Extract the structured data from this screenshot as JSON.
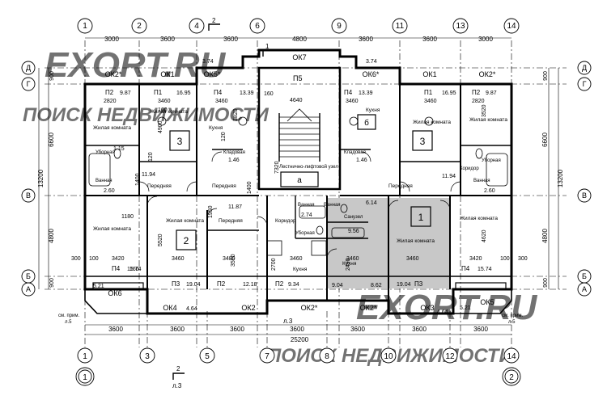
{
  "axes_top": [
    "1",
    "2",
    "4",
    "6",
    "9",
    "11",
    "13",
    "14"
  ],
  "axes_bottom": [
    "1",
    "3",
    "5",
    "7",
    "8",
    "10",
    "12",
    "14"
  ],
  "axes_left": [
    "Д",
    "Г",
    "В",
    "Б",
    "А"
  ],
  "axes_right": [
    "Д",
    "Г",
    "В",
    "Б",
    "А"
  ],
  "section_markers": [
    "1",
    "2"
  ],
  "cut_marks": [
    {
      "num": "2",
      "ref": "л.3"
    },
    {
      "num": "1",
      "ref": ""
    }
  ],
  "top_dims": [
    "3000",
    "3600",
    "3600",
    "4800",
    "3600",
    "3600",
    "3000"
  ],
  "bottom_dims": [
    "3600",
    "3600",
    "3600",
    "3600",
    "3600",
    "3600",
    "3600"
  ],
  "bottom_total": "25200",
  "left_dims": [
    "900",
    "6600",
    "4800",
    "900"
  ],
  "left_total": "13200",
  "right_dims": [
    "900",
    "6600",
    "4800",
    "900"
  ],
  "right_total": "13200",
  "window_labels": [
    "ОК2*",
    "ОК1",
    "ОК5*",
    "ОК7",
    "ОК6*",
    "ОК1",
    "ОК2*",
    "ОК6",
    "ОК4",
    "ОК2",
    "ОК2*",
    "ОК2*",
    "ОК3",
    "ОК5"
  ],
  "rooms": [
    {
      "code": "П2",
      "area": "9.87"
    },
    {
      "code": "П1",
      "area": "16.95"
    },
    {
      "code": "П4",
      "area": "13.39"
    },
    {
      "code": "П5",
      "area": ""
    },
    {
      "code": "П4",
      "area": "13.39"
    },
    {
      "code": "П1",
      "area": "16.95"
    },
    {
      "code": "П2",
      "area": "9.87"
    },
    {
      "code": "П4",
      "area": "15.74"
    },
    {
      "code": "П3",
      "area": "19.04"
    },
    {
      "code": "П2",
      "area": "12.18"
    },
    {
      "code": "П2",
      "area": "9.34"
    },
    {
      "code": "П3",
      "area": "19.04"
    },
    {
      "code": "П4",
      "area": "15.74"
    }
  ],
  "room_names": [
    "Жилая комната",
    "Жилая комната",
    "Кухня",
    "Лестнично-лифтовой узел",
    "Кухня",
    "Жилая комната",
    "Жилая комната",
    "Жилая комната",
    "Жилая комната",
    "Передняя",
    "Коридор",
    "Кухня",
    "Кухня",
    "Жилая комната",
    "Жилая комната",
    "Передняя",
    "Передняя",
    "Передняя",
    "Ванная",
    "Ванная",
    "Уборная",
    "Уборная",
    "Ванная",
    "Кладовая",
    "Кладовая",
    "Санузел",
    "Ванная",
    "Уборная",
    "Коридор"
  ],
  "apartments": [
    "3",
    "2",
    "3",
    "1",
    "а",
    "б"
  ],
  "small_areas": [
    "3.74",
    "3.74",
    "1.15",
    "2.60",
    "11.94",
    "1.46",
    "1.46",
    "11.94",
    "2.60",
    "11.87",
    "2.74",
    "5.21",
    "4.64",
    "9.56",
    "6.14",
    "8.62",
    "9.04",
    "4.64",
    "5.21"
  ],
  "inner_dims": [
    "2820",
    "3460",
    "160",
    "3460",
    "4640",
    "160",
    "3460",
    "3460",
    "2820",
    "3520",
    "4900",
    "3820",
    "7320",
    "120",
    "120",
    "1180",
    "3420",
    "5520",
    "3460",
    "3480",
    "3460",
    "3460",
    "3460",
    "3420",
    "4620",
    "2700",
    "2490",
    "1400",
    "1950",
    "1400",
    "3500",
    "300",
    "100",
    "300",
    "100",
    "160"
  ],
  "notes": [
    {
      "line1": "см. прим.",
      "line2": "л.5"
    },
    {
      "line1": "см. прим.",
      "line2": "л.5"
    }
  ],
  "watermarks": [
    "EXORT.RU",
    "ПОИСК НЕДВИЖИМОСТИ",
    "EXORT.RU",
    "ПОИСК НЕДВИЖИМОСТИ"
  ],
  "colors": {
    "line": "#000000",
    "highlight": "#c8c8c8",
    "watermark": "#c9d6e6"
  }
}
